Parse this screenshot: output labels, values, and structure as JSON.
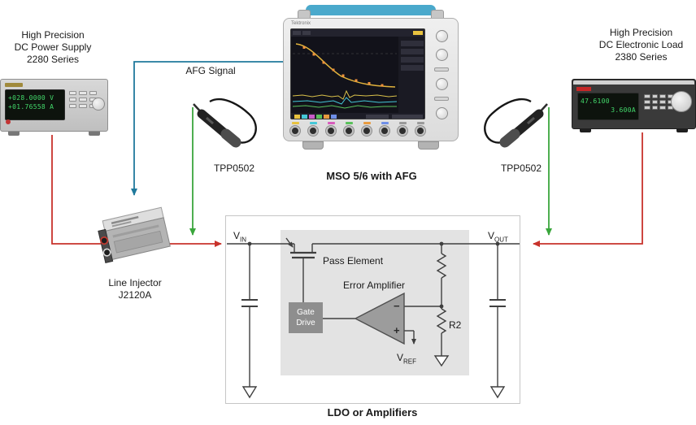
{
  "labels": {
    "power_supply": [
      "High Precision",
      "DC Power Supply",
      "2280 Series"
    ],
    "electronic_load": [
      "High Precision",
      "DC Electronic Load",
      "2380 Series"
    ],
    "afg_signal": "AFG Signal",
    "probe_left": "TPP0502",
    "probe_right": "TPP0502",
    "scope_caption": "MSO 5/6 with AFG",
    "line_injector": [
      "Line Injector",
      "J2120A"
    ],
    "ldo_caption": "LDO or Amplifiers"
  },
  "circuit": {
    "vin": {
      "base": "V",
      "sub": "IN"
    },
    "vout": {
      "base": "V",
      "sub": "OUT"
    },
    "vref": {
      "base": "V",
      "sub": "REF"
    },
    "pass_element": "Pass Element",
    "error_amplifier": "Error Amplifier",
    "gate_drive": [
      "Gate",
      "Drive"
    ],
    "r2": "R2",
    "opamp_minus": "−",
    "opamp_plus": "+"
  },
  "instruments": {
    "power_supply_display": [
      "+028.0000 V",
      "+01.76558 A"
    ],
    "electronic_load_display": [
      "47.6100",
      "3.600A"
    ],
    "scope_brand": "Tektronix"
  },
  "colors": {
    "red_line": "#c8322b",
    "afg_line": "#20799c",
    "probe_line": "#3aa63c",
    "circuit_line": "#3f3f3f",
    "handle_blue": "#4aa9cc",
    "inner_panel_gray": "#e3e3e3",
    "gate_drive_gray": "#8e8e8e",
    "opamp_gray": "#9c9c9c",
    "display_green": "#43d96b"
  }
}
